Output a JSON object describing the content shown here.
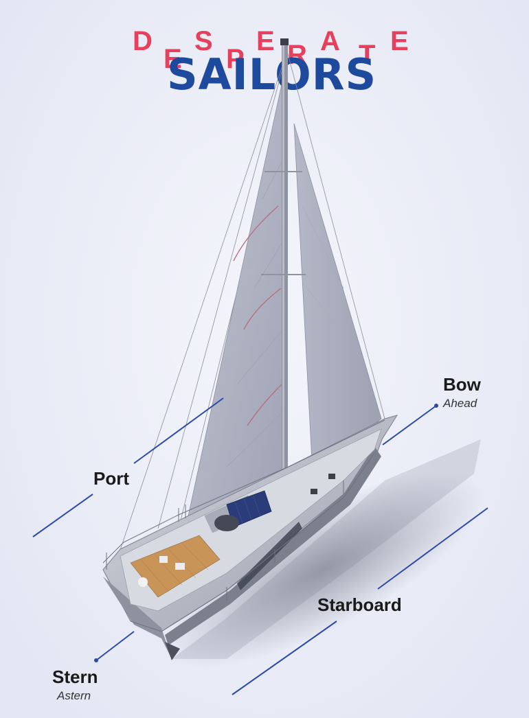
{
  "logo": {
    "top_word_letters": [
      "D",
      "E",
      "S",
      "P",
      "E",
      "R",
      "A",
      "T",
      "E"
    ],
    "bottom_word": "SAILORS",
    "top_color": "#e5415c",
    "bottom_color": "#1d4a9d"
  },
  "labels": {
    "bow": {
      "title": "Bow",
      "subtitle": "Ahead"
    },
    "port": {
      "title": "Port"
    },
    "starboard": {
      "title": "Starboard"
    },
    "stern": {
      "title": "Stern",
      "subtitle": "Astern"
    }
  },
  "colors": {
    "pointer_line": "#2a4aa8",
    "sail": "#aeb2c2",
    "hull": "#c4c7d1",
    "deck_wood": "#c89457",
    "solar_panel": "#2a3d7a"
  }
}
